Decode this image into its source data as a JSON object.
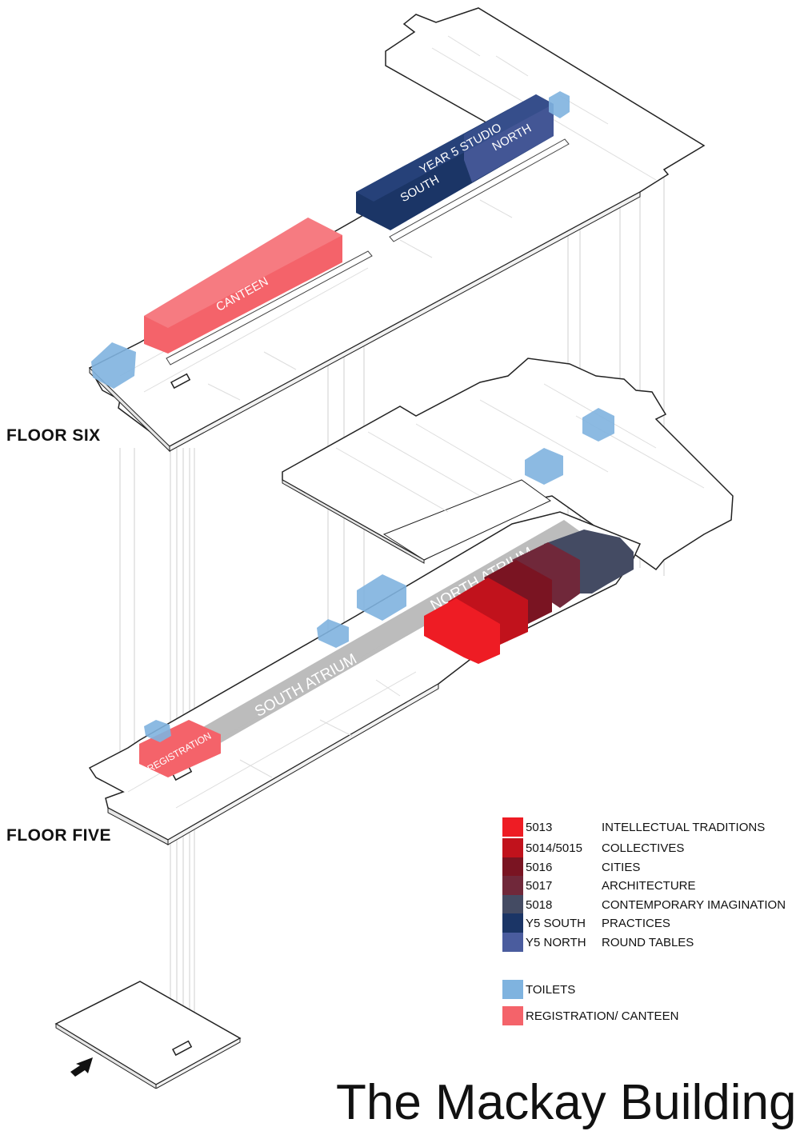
{
  "floors": {
    "six_label": "FLOOR SIX",
    "five_label": "FLOOR FIVE"
  },
  "rooms": {
    "canteen": "CANTEEN",
    "year5_studio": "YEAR 5 STUDIO",
    "south": "SOUTH",
    "north": "NORTH",
    "south_atrium": "SOUTH ATRIUM",
    "north_atrium": "NORTH ATRIUM",
    "registration": "REGISTRATION"
  },
  "legend": {
    "items": [
      {
        "code": "5013",
        "name": "INTELLECTUAL TRADITIONS",
        "color": "#ee1c24"
      },
      {
        "code": "5014/5015",
        "name": "COLLECTIVES",
        "color": "#c1121c"
      },
      {
        "code": "5016",
        "name": "CITIES",
        "color": "#7a1422"
      },
      {
        "code": "5017",
        "name": "ARCHITECTURE",
        "color": "#70283a"
      },
      {
        "code": "5018",
        "name": "CONTEMPORARY IMAGINATION",
        "color": "#444b63"
      },
      {
        "code": "Y5 SOUTH",
        "name": "PRACTICES",
        "color": "#1b3566"
      },
      {
        "code": "Y5 NORTH",
        "name": "ROUND TABLES",
        "color": "#4a5c9e"
      }
    ],
    "extras": [
      {
        "label": "TOILETS",
        "color": "#7fb3df"
      },
      {
        "label": "REGISTRATION/ CANTEEN",
        "color": "#f4636a"
      }
    ]
  },
  "title": "The Mackay Building",
  "icons": {
    "entrance": "entrance-arrow-icon"
  }
}
